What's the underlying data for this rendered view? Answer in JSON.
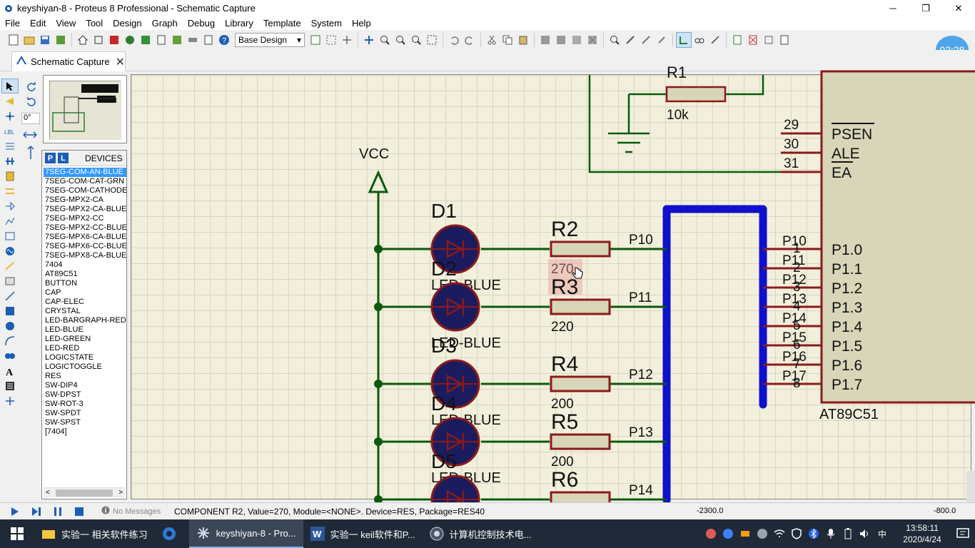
{
  "window": {
    "title": "keyshiyan-8 - Proteus 8 Professional - Schematic Capture",
    "minimize": "─",
    "maximize": "❐",
    "close": "✕"
  },
  "menu": [
    "File",
    "Edit",
    "View",
    "Tool",
    "Design",
    "Graph",
    "Debug",
    "Library",
    "Template",
    "System",
    "Help"
  ],
  "toolbar": {
    "design_select": "Base Design"
  },
  "timer_badge": "02:28",
  "tab": {
    "label": "Schematic Capture",
    "close": "✕"
  },
  "rotation_field": "0°",
  "devices": {
    "p_label": "P",
    "l_label": "L",
    "title": "DEVICES",
    "items": [
      "7SEG-COM-AN-BLUE",
      "7SEG-COM-CAT-GRN",
      "7SEG-COM-CATHODE",
      "7SEG-MPX2-CA",
      "7SEG-MPX2-CA-BLUE",
      "7SEG-MPX2-CC",
      "7SEG-MPX2-CC-BLUE",
      "7SEG-MPX6-CA-BLUE",
      "7SEG-MPX6-CC-BLUE",
      "7SEG-MPX8-CA-BLUE",
      "7404",
      "AT89C51",
      "BUTTON",
      "CAP",
      "CAP-ELEC",
      "CRYSTAL",
      "LED-BARGRAPH-RED",
      "LED-BLUE",
      "LED-GREEN",
      "LED-RED",
      "LOGICSTATE",
      "LOGICTOGGLE",
      "RES",
      "SW-DIP4",
      "SW-DPST",
      "SW-ROT-3",
      "SW-SPDT",
      "SW-SPST",
      "[7404]"
    ],
    "selected_index": 0
  },
  "schematic": {
    "vcc": "VCC",
    "r1_label": "R1",
    "r1_value": "10k",
    "diodes": [
      {
        "ref": "D1",
        "type": "LED-BLUE"
      },
      {
        "ref": "D2",
        "type": "LED-BLUE"
      },
      {
        "ref": "D3",
        "type": "LED-BLUE"
      },
      {
        "ref": "D4",
        "type": "LED-BLUE"
      },
      {
        "ref": "D5",
        "type": ""
      }
    ],
    "resistors": [
      {
        "ref": "R2",
        "value": "270",
        "net": "P10"
      },
      {
        "ref": "R3",
        "value": "220",
        "net": "P11"
      },
      {
        "ref": "R4",
        "value": "200",
        "net": "P12"
      },
      {
        "ref": "R5",
        "value": "200",
        "net": "P13"
      },
      {
        "ref": "R6",
        "value": "",
        "net": "P14"
      }
    ],
    "chip_name": "AT89C51",
    "chip_top_pins": [
      {
        "num": "29",
        "name": "PSEN"
      },
      {
        "num": "30",
        "name": "ALE"
      },
      {
        "num": "31",
        "name": "EA"
      }
    ],
    "port_pins": [
      {
        "net": "P10",
        "num": "1",
        "name": "P1.0"
      },
      {
        "net": "P11",
        "num": "2",
        "name": "P1.1"
      },
      {
        "net": "P12",
        "num": "3",
        "name": "P1.2"
      },
      {
        "net": "P13",
        "num": "4",
        "name": "P1.3"
      },
      {
        "net": "P14",
        "num": "5",
        "name": "P1.4"
      },
      {
        "net": "P15",
        "num": "6",
        "name": "P1.5"
      },
      {
        "net": "P16",
        "num": "7",
        "name": "P1.6"
      },
      {
        "net": "P17",
        "num": "8",
        "name": "P1.7"
      }
    ]
  },
  "status": {
    "messages": "No Messages",
    "text": "COMPONENT R2, Value=270, Module=<NONE>. Device=RES, Package=RES40",
    "x": "-2300.0",
    "y": "-800.0"
  },
  "taskbar": {
    "items": [
      {
        "label": "实验一 相关软件练习",
        "icon": "folder-icon"
      },
      {
        "label": "",
        "icon": "browser-icon"
      },
      {
        "label": "keyshiyan-8 - Pro...",
        "icon": "proteus-icon"
      },
      {
        "label": "实验一 keil软件和P...",
        "icon": "word-icon"
      },
      {
        "label": "计算机控制技术电...",
        "icon": "app-icon"
      }
    ],
    "time": "13:58:11",
    "date": "2020/4/24",
    "ime": "中"
  }
}
